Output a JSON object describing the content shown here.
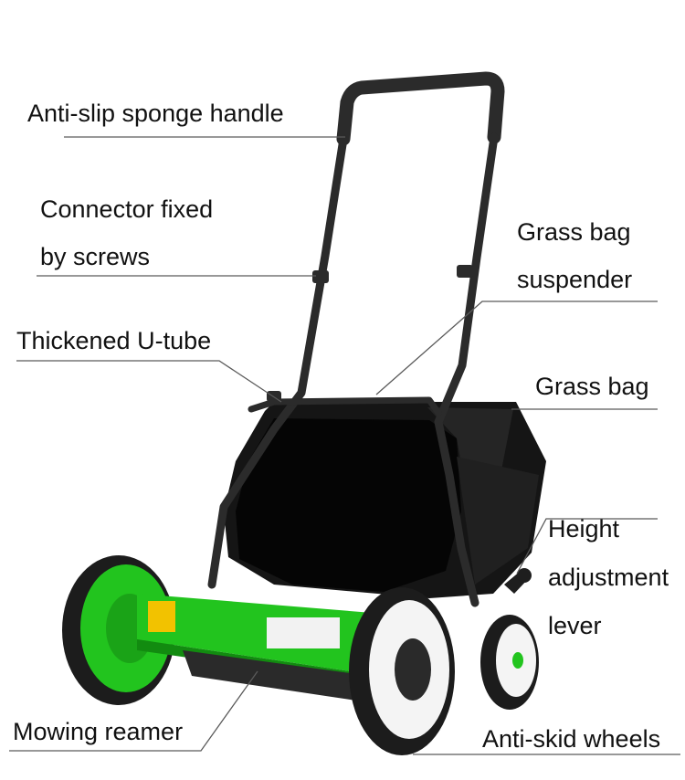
{
  "colors": {
    "frame": "#2b2b2b",
    "bag": "#161616",
    "reel_green": "#22c41e",
    "hub_dark": "#1a1a1a",
    "tire_white": "#f4f4f4",
    "leader_line": "#5a5a5a"
  },
  "labels": {
    "handle": "Anti-slip sponge handle",
    "connector_1": "Connector fixed",
    "connector_2": "by screws",
    "grass_bag_suspender_1": "Grass bag",
    "grass_bag_suspender_2": "suspender",
    "u_tube": "Thickened U-tube",
    "grass_bag": "Grass bag",
    "height_1": "Height",
    "height_2": "adjustment",
    "height_3": "lever",
    "reamer": "Mowing reamer",
    "wheels": "Anti-skid wheels"
  }
}
